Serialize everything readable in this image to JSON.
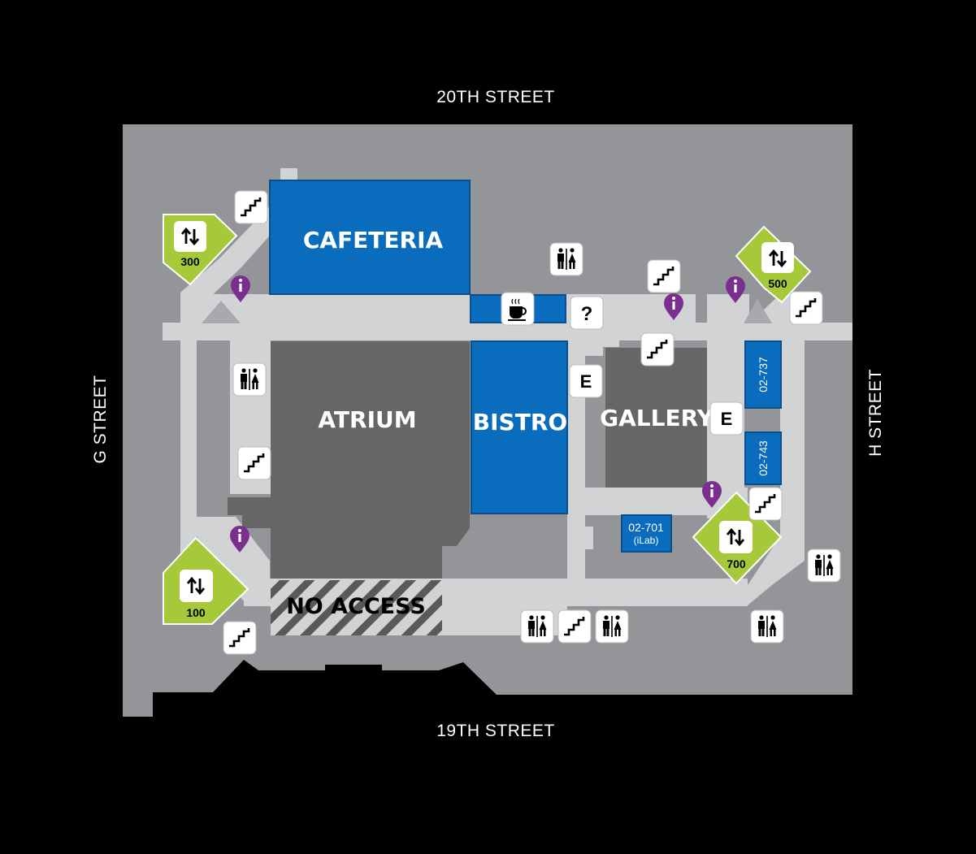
{
  "streets": {
    "top": "20TH STREET",
    "bottom": "19TH STREET",
    "left": "G STREET",
    "right": "H STREET"
  },
  "rooms": {
    "cafeteria": "CAFETERIA",
    "atrium": "ATRIUM",
    "bistro": "BISTRO",
    "gallery": "GALLERY",
    "no_access": "NO ACCESS",
    "room_02_737": "02-737",
    "room_02_743": "02-743",
    "room_02_701": "02-701",
    "room_02_701_sub": "(iLab)"
  },
  "elevators": {
    "e300": "300",
    "e500": "500",
    "e700": "700",
    "e100": "100"
  },
  "markers": {
    "exit": "E",
    "help": "?"
  },
  "colors": {
    "background": "#000000",
    "building": "#939598",
    "corridor": "#d1d3d4",
    "dark_room": "#666666",
    "blue_room": "#0a6cbd",
    "elevator_green": "#a6c93a",
    "info_purple": "#7a2f8f"
  },
  "icons": [
    "stairs-icon",
    "restroom-icon",
    "elevator-icon",
    "info-pin-icon",
    "coffee-icon",
    "help-icon",
    "exit-icon"
  ]
}
